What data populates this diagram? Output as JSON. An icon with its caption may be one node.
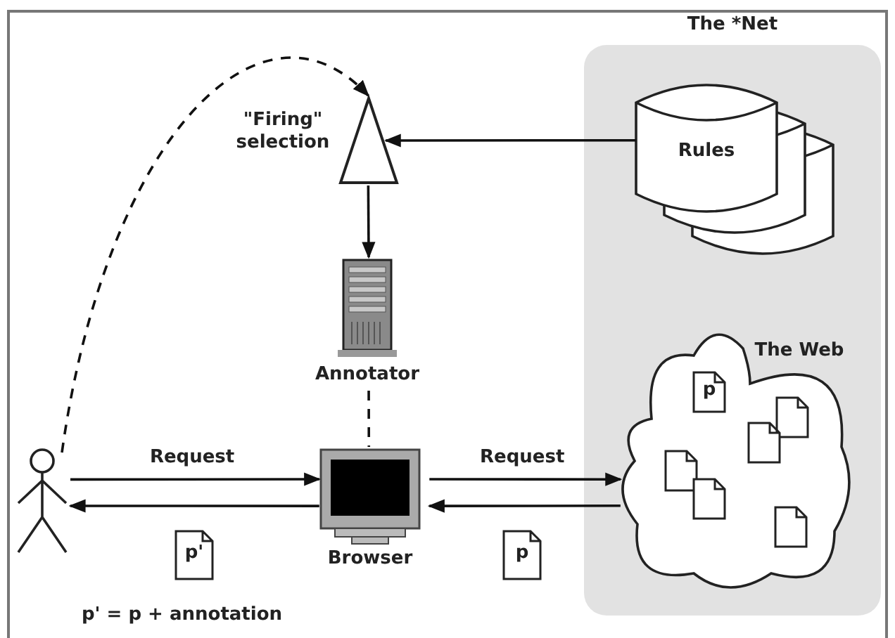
{
  "diagram": {
    "nodes": [
      {
        "text": [
          "The *Net"
        ]
      },
      {
        "text": [
          "\"Firing\" selection"
        ]
      },
      {
        "text": [
          "Rules"
        ],
        "in": 0
      },
      {
        "text": [
          "Annotator"
        ]
      },
      {
        "text": [
          "The Web"
        ],
        "in": 0
      },
      {
        "text": [
          "p"
        ],
        "in": 4
      },
      {
        "text": [],
        "shape": "page",
        "in": 4
      },
      {
        "text": [],
        "shape": "page",
        "in": 4
      },
      {
        "text": [],
        "shape": "page",
        "in": 4
      },
      {
        "text": [],
        "shape": "page",
        "in": 4
      },
      {
        "text": [],
        "shape": "page",
        "in": 4
      },
      {
        "text": [],
        "shape": "person"
      },
      {
        "text": [
          "Browser"
        ]
      },
      {
        "text": [
          "p'"
        ]
      },
      {
        "text": [
          "p"
        ]
      }
    ],
    "edges": [
      {
        "from": 11,
        "to": 1,
        "arrow": "to",
        "style": "dashed"
      },
      {
        "from": 2,
        "to": 1,
        "arrow": "to"
      },
      {
        "from": 1,
        "to": 3,
        "arrow": "to"
      },
      {
        "from": 3,
        "to": 12,
        "arrow": "none",
        "style": "dashed"
      },
      {
        "from": 11,
        "to": 12,
        "label": "Request",
        "arrow": "to"
      },
      {
        "from": 12,
        "to": 11,
        "arrow": "to"
      },
      {
        "from": 12,
        "to": 4,
        "label": "Request",
        "arrow": "to"
      },
      {
        "from": 4,
        "to": 12,
        "arrow": "to"
      }
    ],
    "labels": [
      "p' = p + annotation"
    ]
  }
}
